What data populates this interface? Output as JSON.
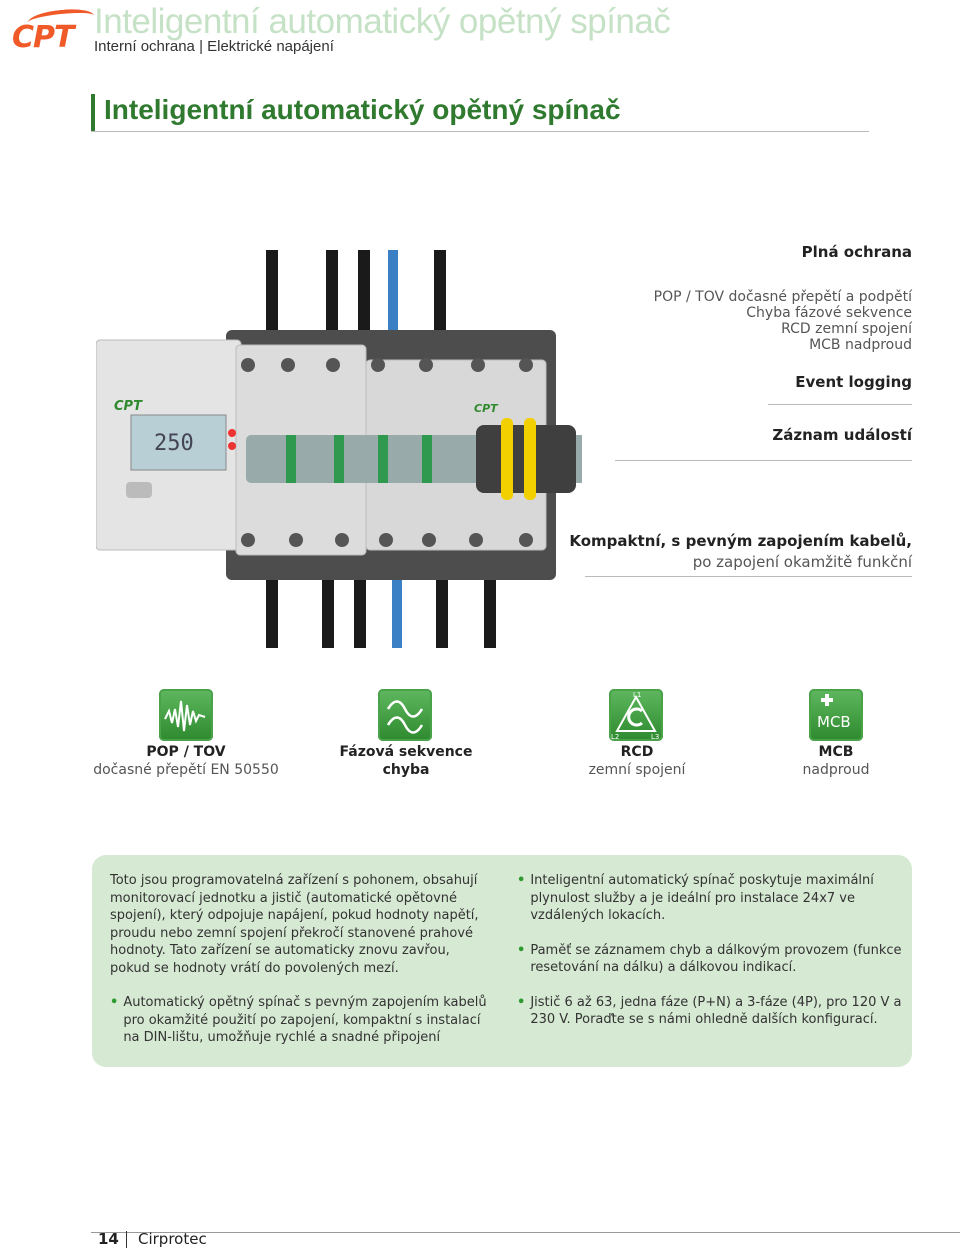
{
  "header": {
    "logo_text": "CPT",
    "title": "Inteligentní automatický opětný spínač",
    "subtitle": "Interní ochrana | Elektrické napájení"
  },
  "section": {
    "title": "Inteligentní automatický opětný spínač"
  },
  "features": {
    "protection_heading": "Plná ochrana",
    "protection_items": [
      "POP / TOV dočasné přepětí a podpětí",
      "Chyba fázové sekvence",
      "RCD zemní spojení",
      "MCB nadproud"
    ],
    "event_heading": "Event logging",
    "event_sub": "Záznam událostí",
    "compact_line1": "Kompaktní, s pevným zapojením kabelů,",
    "compact_line2": "po zapojení okamžitě funkční"
  },
  "product_image": {
    "brand": "CPT",
    "display_value": "250"
  },
  "icons": [
    {
      "name": "tov",
      "title": "POP / TOV",
      "sub": "dočasné přepětí EN 50550"
    },
    {
      "name": "phase",
      "title": "Fázová sekvence",
      "sub": "chyba"
    },
    {
      "name": "rcd",
      "title": "RCD",
      "sub": "zemní spojení",
      "labels": [
        "L1",
        "L2",
        "L3"
      ]
    },
    {
      "name": "mcb",
      "title": "MCB",
      "sub": "nadproud",
      "glyph": "MCB"
    }
  ],
  "info": {
    "left_para": "Toto jsou programovatelná zařízení s pohonem, obsahují monitorovací jednotku a jistič (automatické opětovné spojení), který odpojuje napájení, pokud hodnoty napětí, proudu nebo zemní spojení překročí stanovené prahové hodnoty. Tato zařízení se automaticky znovu zavřou, pokud se hodnoty vrátí do povolených mezí.",
    "left_bullet": "Automatický opětný spínač s pevným zapojením kabelů pro okamžité použití po zapojení, kompaktní s instalací na DIN-lištu, umožňuje rychlé a snadné připojení",
    "right_bullets": [
      "Inteligentní automatický spínač poskytuje maximální plynulost služby a je ideální pro instalace 24x7 ve vzdálených lokacích.",
      "Paměť se záznamem chyb a dálkovým provozem (funkce resetování na dálku) a dálkovou indikací.",
      "Jistič 6 až 63, jedna fáze (P+N) a 3-fáze (4P), pro 120 V a 230 V. Poraďte se s námi ohledně dalších konfigurací."
    ]
  },
  "footer": {
    "page": "14",
    "brand": "Cirprotec"
  },
  "colors": {
    "brand_orange": "#f05a28",
    "accent_green": "#2f7a2f",
    "icon_green": "#3a9a3a",
    "info_bg": "#d6e9d3"
  }
}
